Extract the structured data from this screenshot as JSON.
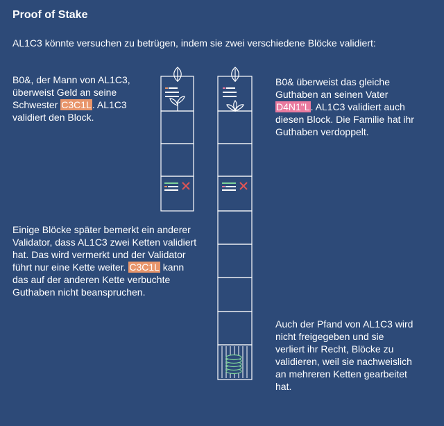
{
  "title": "Proof of Stake",
  "intro": "AL1C3 könnte versuchen zu betrügen, indem sie  zwei verschiedene Blöcke validiert:",
  "left_note": {
    "a": "B0&, der Mann von AL1C3, überweist Geld an seine Schwester ",
    "name": "C3C1L",
    "b": ".  AL1C3 validiert den Block."
  },
  "right_note": {
    "a": "B0& überweist das gleiche Guthaben an seinen Vater ",
    "name": "D4N1\"L",
    "b": ". AL1C3 validiert auch diesen Block. Die Familie hat ihr Guthaben verdoppelt."
  },
  "validator_note": {
    "a": "Einige Blöcke später bemerkt ein anderer Validator, dass AL1C3 zwei Ketten validiert hat. Das wird vermerkt und der Validator führt nur eine Kette weiter. ",
    "name": "C3C1L",
    "b": " kann das auf der anderen Kette verbuchte Guthaben nicht beanspruchen."
  },
  "stake_note": "Auch der Pfand von AL1C3 wird nicht freigegeben und sie verliert ihr Recht, Blöcke zu validieren, weil sie nachweislich an mehreren Ketten gearbeitet hat.",
  "colors": {
    "background": "#2d4a78",
    "highlight_orange": "#e8956b",
    "highlight_pink": "#ea7a9f",
    "reject_mark": "#e05555",
    "coin_green": "#7ed39a"
  }
}
